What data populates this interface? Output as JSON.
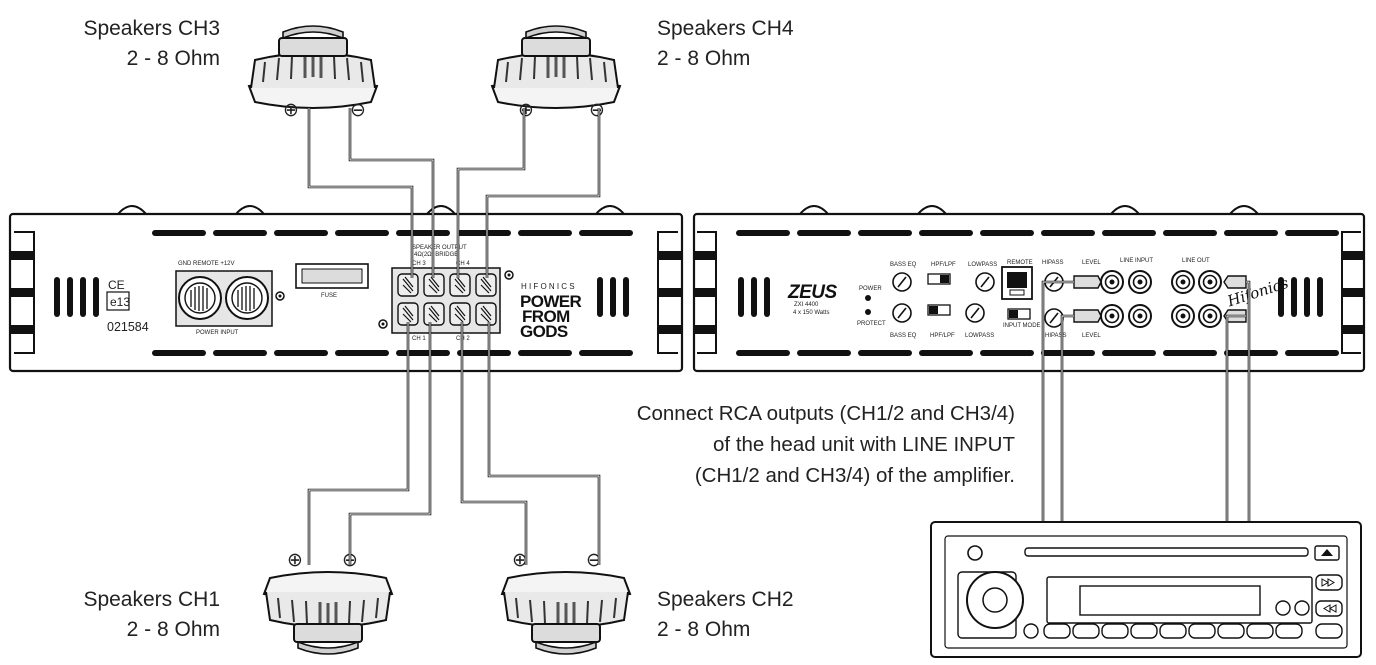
{
  "speakers": {
    "ch3": {
      "name": "Speakers CH3",
      "impedance": "2 - 8 Ohm"
    },
    "ch4": {
      "name": "Speakers CH4",
      "impedance": "2 - 8 Ohm"
    },
    "ch1": {
      "name": "Speakers CH1",
      "impedance": "2 - 8 Ohm"
    },
    "ch2": {
      "name": "Speakers CH2",
      "impedance": "2 - 8 Ohm"
    }
  },
  "amp_left": {
    "ce_mark": "CE",
    "e_mark": "e13",
    "cert_no": "021584",
    "power_input_label": "POWER INPUT",
    "power_symbols": "GND  REMOTE  +12V",
    "fuse_label": "FUSE",
    "speaker_out_label": "SPEAKER OUTPUT",
    "speaker_out_sub": "4Ω(2Ω) BRIDGE",
    "ch_top": [
      "CH 3",
      "CH 4"
    ],
    "ch_bottom": [
      "CH 1",
      "CH 2"
    ],
    "brand_small": "HIFONICS",
    "brand_big": [
      "POWER",
      "FROM",
      "GODS"
    ]
  },
  "amp_right": {
    "model": "ZEUS",
    "model_no": "ZXI 4400",
    "power_rating": "4 x 150 Watts",
    "power_led": "POWER",
    "protect_led": "PROTECT",
    "controls_top": [
      "BASS EQ",
      "HPF/LPF",
      "LOWPASS",
      "REMOTE",
      "HIPASS",
      "LEVEL",
      "LINE INPUT",
      "LINE OUT"
    ],
    "controls_bottom": [
      "BASS EQ",
      "HPF/LPF",
      "LOWPASS",
      "INPUT MODE",
      "HIPASS",
      "LEVEL"
    ],
    "brand_script": "Hifonics"
  },
  "caption": [
    "Connect RCA outputs (CH1/2 and CH3/4)",
    "of the head unit with LINE INPUT",
    "(CH1/2 and CH3/4) of the amplifier."
  ],
  "terminals": {
    "positive": "⊕",
    "negative": "⊖"
  }
}
